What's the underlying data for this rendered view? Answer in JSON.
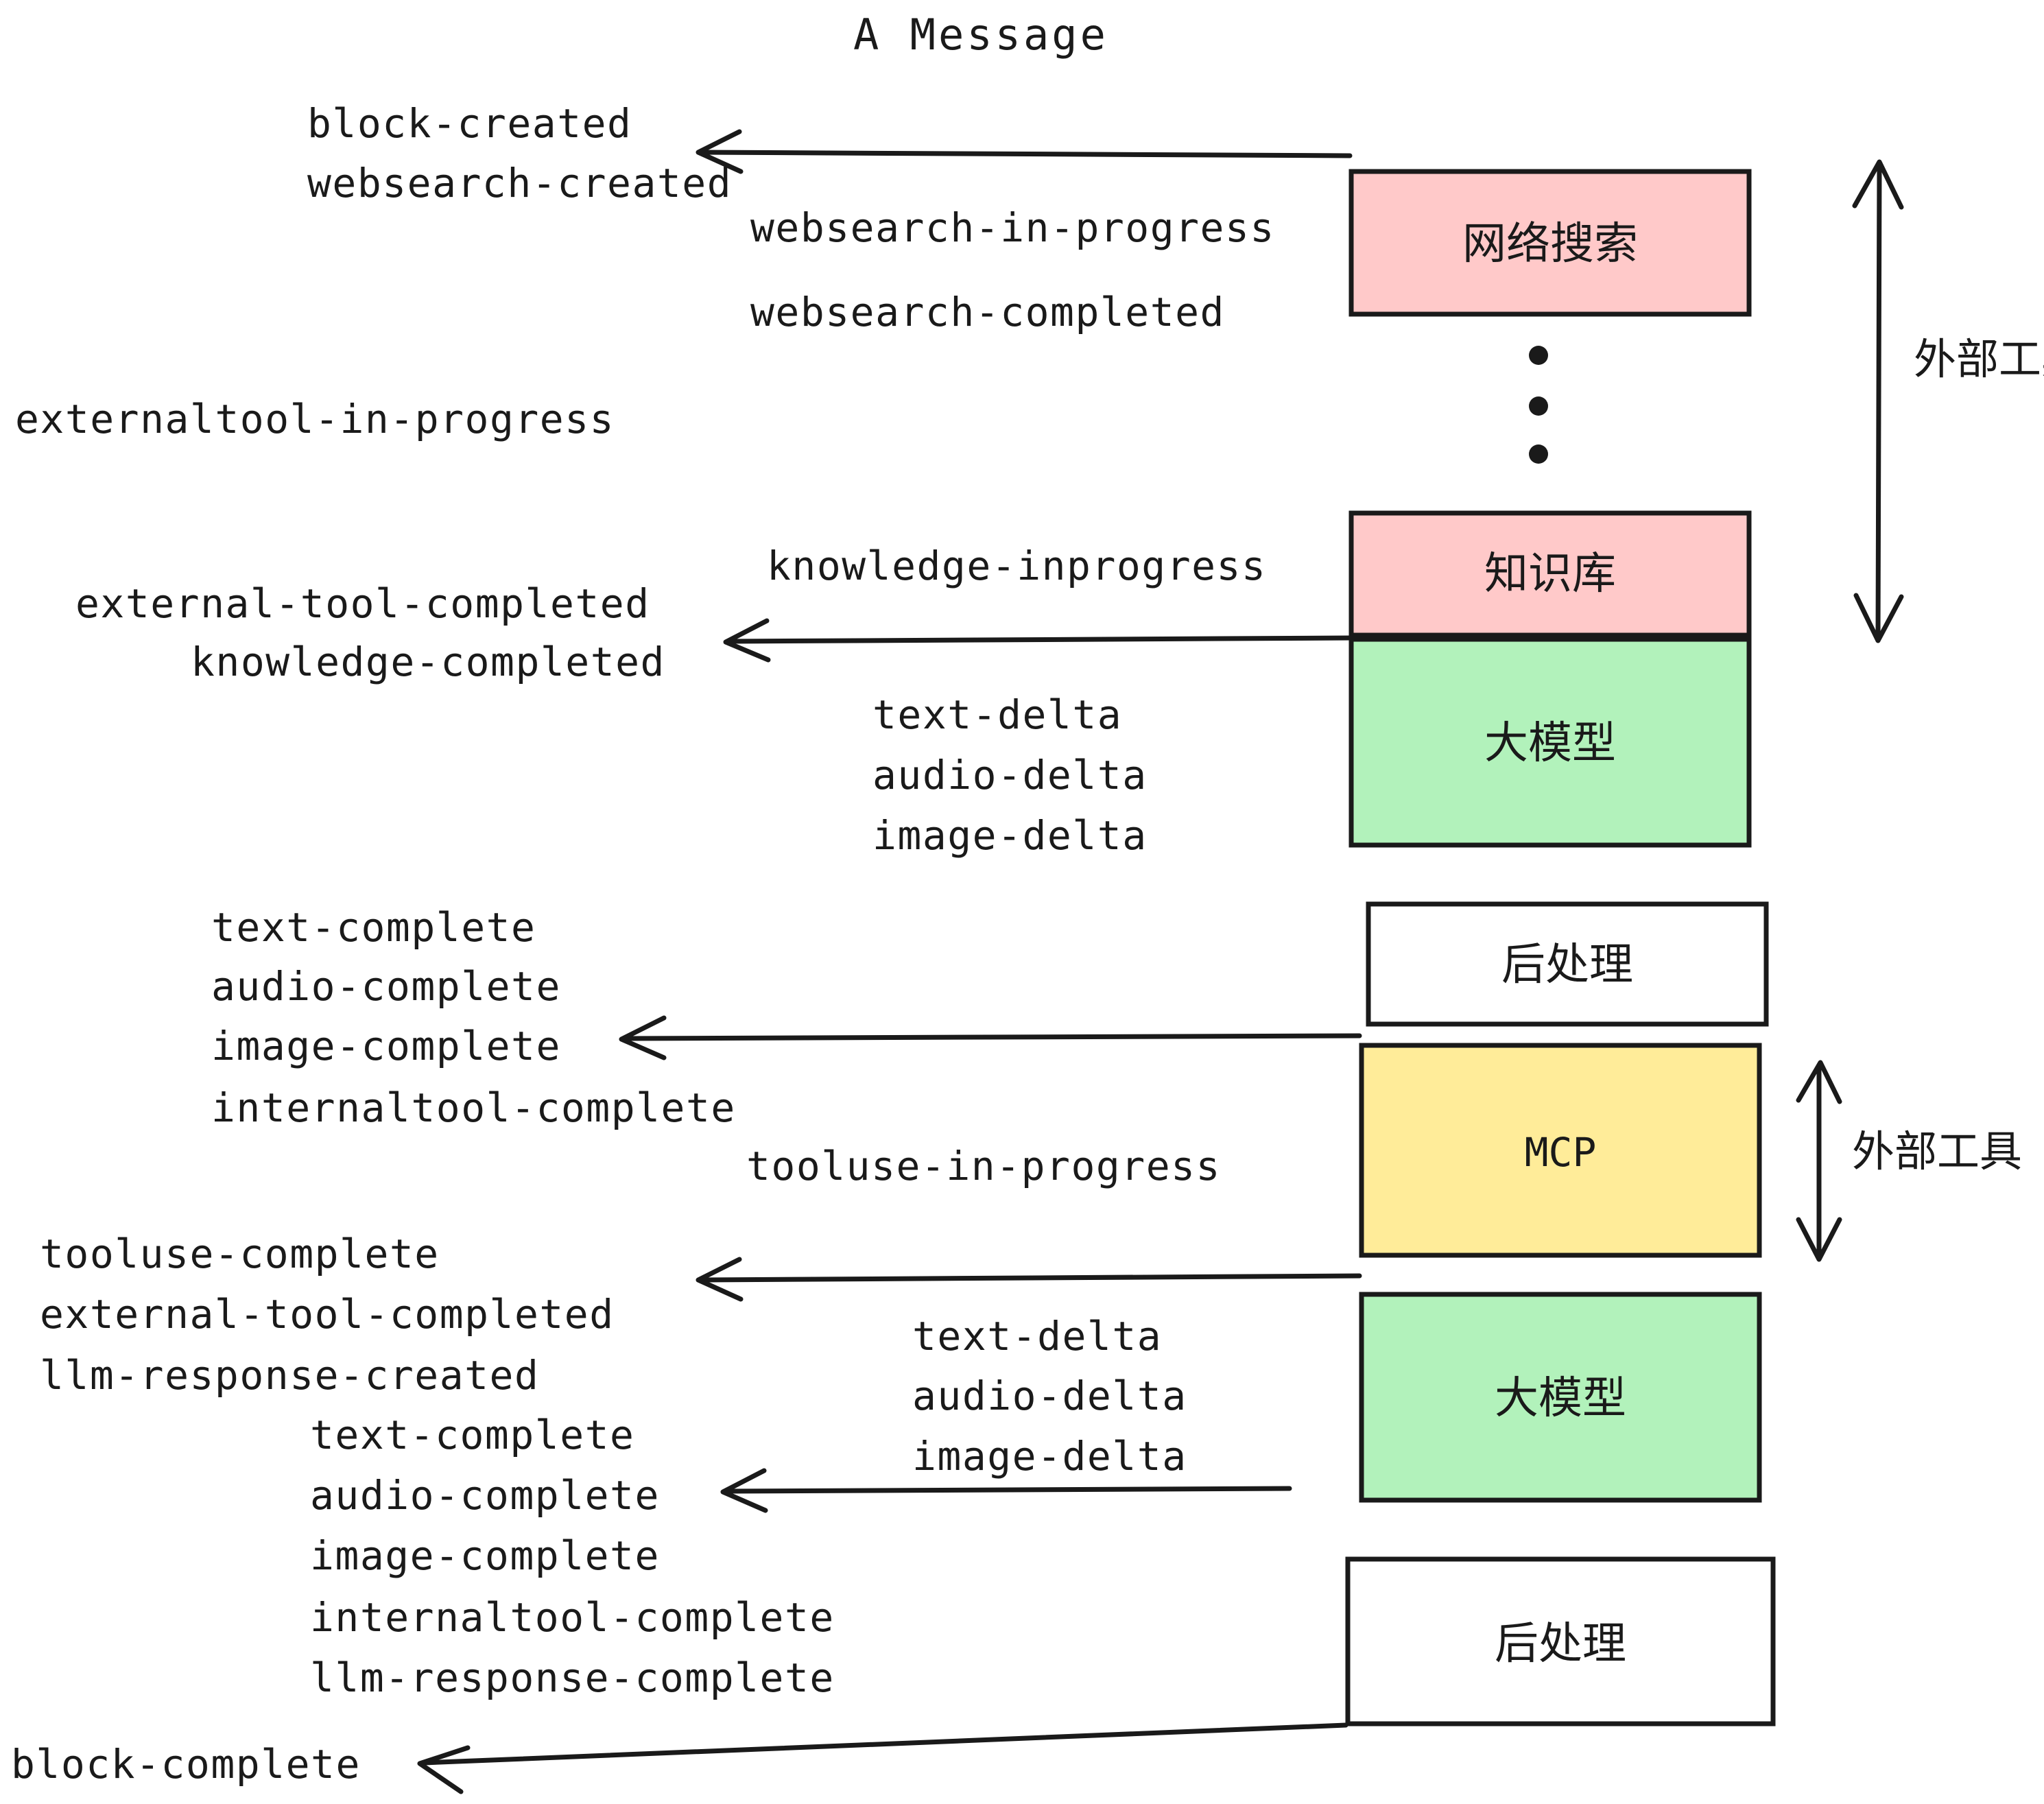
{
  "title": "A Message",
  "colors": {
    "pink": "#FFC9C9",
    "green": "#B2F2BB",
    "yellow": "#FFEC99",
    "white": "#FFFFFF",
    "stroke": "#1A1A1A",
    "background": "#FFFFFF"
  },
  "nodes": [
    {
      "id": "websearch",
      "label": "网络搜索",
      "fill": "#FFC9C9",
      "script": "cjk"
    },
    {
      "id": "knowledge",
      "label": "知识库",
      "fill": "#FFC9C9",
      "script": "cjk"
    },
    {
      "id": "llm-1",
      "label": "大模型",
      "fill": "#B2F2BB",
      "script": "cjk"
    },
    {
      "id": "postprocess-1",
      "label": "后处理",
      "fill": "#FFFFFF",
      "script": "cjk"
    },
    {
      "id": "mcp",
      "label": "MCP",
      "fill": "#FFEC99",
      "script": "latin"
    },
    {
      "id": "llm-2",
      "label": "大模型",
      "fill": "#B2F2BB",
      "script": "cjk"
    },
    {
      "id": "postprocess-2",
      "label": "后处理",
      "fill": "#FFFFFF",
      "script": "cjk"
    }
  ],
  "side_labels": [
    {
      "id": "external-tools-top",
      "label": "外部工具"
    },
    {
      "id": "external-tools-bottom",
      "label": "外部工具"
    }
  ],
  "events": [
    {
      "id": "block-created",
      "label": "block-created"
    },
    {
      "id": "websearch-created",
      "label": "websearch-created"
    },
    {
      "id": "websearch-in-progress",
      "label": "websearch-in-progress"
    },
    {
      "id": "websearch-completed",
      "label": "websearch-completed"
    },
    {
      "id": "externaltool-in-progress",
      "label": "externaltool-in-progress"
    },
    {
      "id": "knowledge-inprogress",
      "label": "knowledge-inprogress"
    },
    {
      "id": "external-tool-completed-1",
      "label": "external-tool-completed"
    },
    {
      "id": "knowledge-completed",
      "label": "knowledge-completed"
    },
    {
      "id": "text-delta-1",
      "label": "text-delta"
    },
    {
      "id": "audio-delta-1",
      "label": "audio-delta"
    },
    {
      "id": "image-delta-1",
      "label": "image-delta"
    },
    {
      "id": "text-complete-1",
      "label": "text-complete"
    },
    {
      "id": "audio-complete-1",
      "label": "audio-complete"
    },
    {
      "id": "image-complete-1",
      "label": "image-complete"
    },
    {
      "id": "internaltool-complete-1",
      "label": "internaltool-complete"
    },
    {
      "id": "tooluse-in-progress",
      "label": "tooluse-in-progress"
    },
    {
      "id": "tooluse-complete",
      "label": "tooluse-complete"
    },
    {
      "id": "external-tool-completed-2",
      "label": "external-tool-completed"
    },
    {
      "id": "llm-response-created",
      "label": "llm-response-created"
    },
    {
      "id": "text-delta-2",
      "label": "text-delta"
    },
    {
      "id": "audio-delta-2",
      "label": "audio-delta"
    },
    {
      "id": "image-delta-2",
      "label": "image-delta"
    },
    {
      "id": "text-complete-2",
      "label": "text-complete"
    },
    {
      "id": "audio-complete-2",
      "label": "audio-complete"
    },
    {
      "id": "image-complete-2",
      "label": "image-complete"
    },
    {
      "id": "internaltool-complete-2",
      "label": "internaltool-complete"
    },
    {
      "id": "llm-response-complete",
      "label": "llm-response-complete"
    },
    {
      "id": "block-complete",
      "label": "block-complete"
    }
  ],
  "ellipsis": {
    "id": "vertical-ellipsis",
    "dots": 3
  }
}
